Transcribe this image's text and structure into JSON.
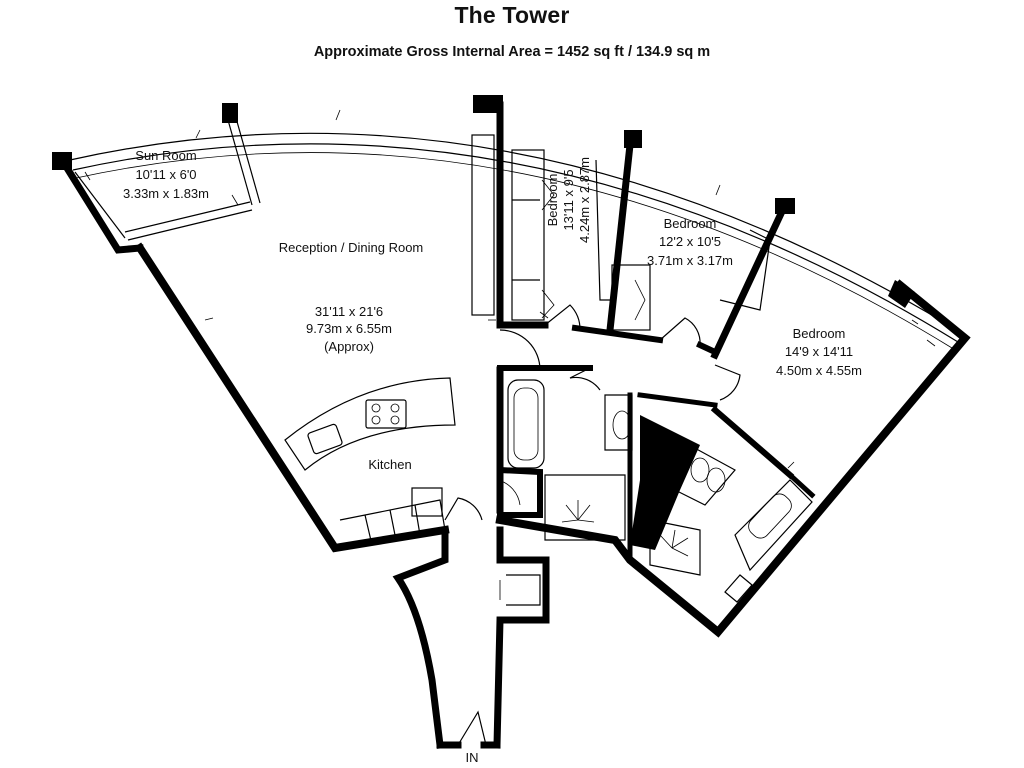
{
  "header": {
    "title": "The Tower",
    "subtitle": "Approximate Gross Internal Area = 1452 sq ft / 134.9 sq m"
  },
  "rooms": {
    "sun_room": {
      "name": "Sun Room",
      "imperial": "10'11 x 6'0",
      "metric": "3.33m x 1.83m"
    },
    "reception": {
      "name": "Reception / Dining Room",
      "imperial": "31'11 x 21'6",
      "metric": "9.73m x 6.55m",
      "note": "(Approx)"
    },
    "kitchen": {
      "name": "Kitchen"
    },
    "bedroom_1": {
      "name": "Bedroom",
      "imperial": "13'11 x 9'5",
      "metric": "4.24m x 2.87m"
    },
    "bedroom_2": {
      "name": "Bedroom",
      "imperial": "12'2 x 10'5",
      "metric": "3.71m x 3.17m"
    },
    "bedroom_3": {
      "name": "Bedroom",
      "imperial": "14'9 x 14'11",
      "metric": "4.50m x 4.55m"
    }
  },
  "entrance_label": "IN"
}
